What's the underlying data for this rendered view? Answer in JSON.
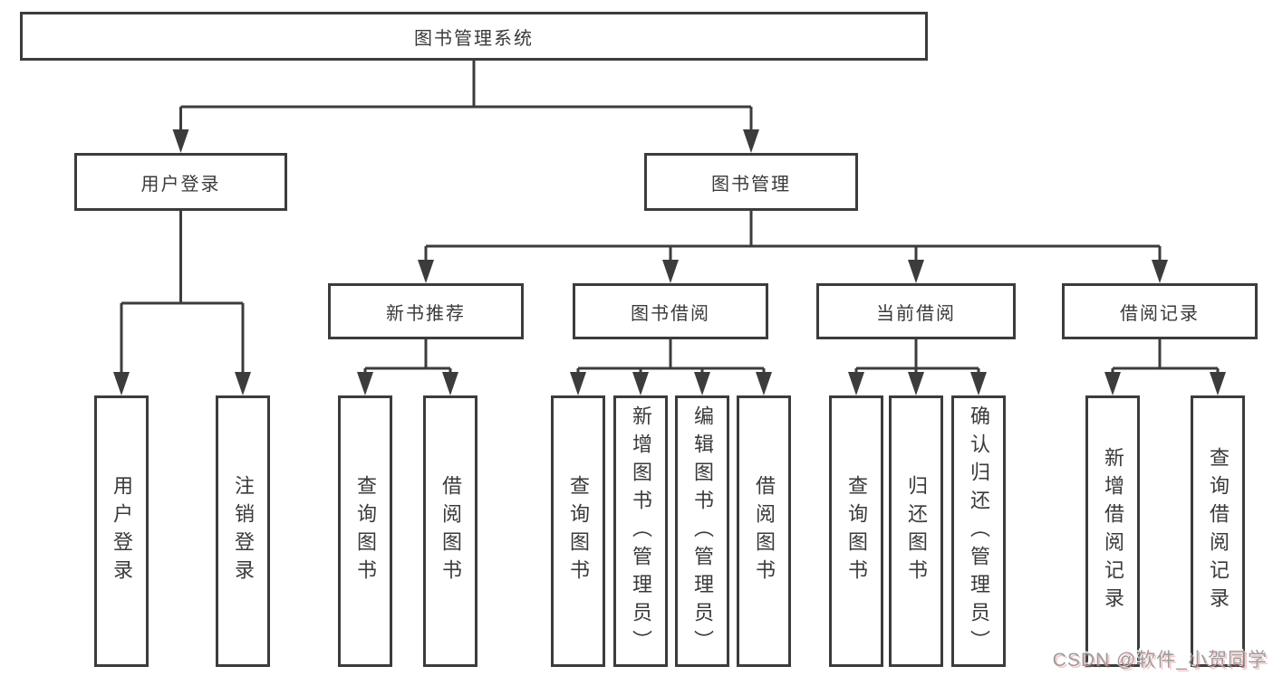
{
  "diagram_title": "图书管理系统",
  "tree": {
    "root": {
      "label": "图书管理系统",
      "children": [
        {
          "label": "用户登录",
          "children": [
            {
              "label": "用户登录"
            },
            {
              "label": "注销登录"
            }
          ]
        },
        {
          "label": "图书管理",
          "children": [
            {
              "label": "新书推荐",
              "children": [
                {
                  "label": "查询图书"
                },
                {
                  "label": "借阅图书"
                }
              ]
            },
            {
              "label": "图书借阅",
              "children": [
                {
                  "label": "查询图书"
                },
                {
                  "label": "新增图书（管理员）"
                },
                {
                  "label": "编辑图书（管理员）"
                },
                {
                  "label": "借阅图书"
                }
              ]
            },
            {
              "label": "当前借阅",
              "children": [
                {
                  "label": "查询图书"
                },
                {
                  "label": "归还图书"
                },
                {
                  "label": "确认归还（管理员）"
                }
              ]
            },
            {
              "label": "借阅记录",
              "children": [
                {
                  "label": "新增借阅记录"
                },
                {
                  "label": "查询借阅记录"
                }
              ]
            }
          ]
        }
      ]
    }
  },
  "watermark": {
    "text": "CSDN @软件_小贺同学"
  },
  "colors": {
    "line": "#3c3c3c",
    "box_border": "#3c3c3c",
    "text": "#3a3a3a",
    "watermark": "#9c9c9c",
    "background": "#ffffff"
  }
}
